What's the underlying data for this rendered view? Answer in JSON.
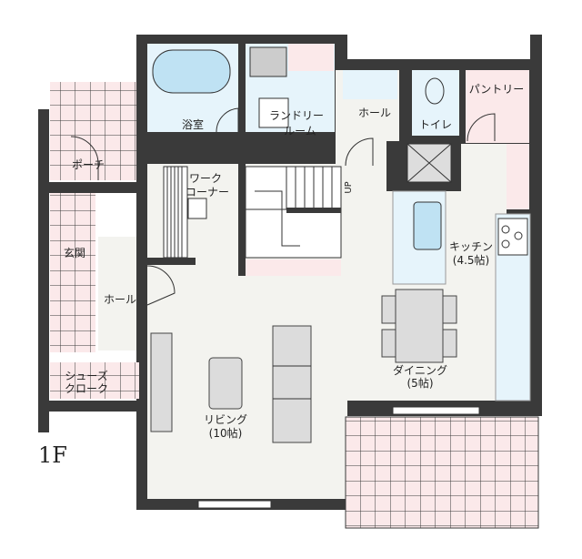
{
  "plan": {
    "floor_label": "1F",
    "rooms": {
      "bath": "浴室",
      "laundry_1": "ランドリー",
      "laundry_2": "ルーム",
      "hall_upper": "ホール",
      "toilet": "トイレ",
      "pantry": "パントリー",
      "porch": "ポーチ",
      "work_1": "ワーク",
      "work_2": "コーナー",
      "entrance": "玄関",
      "hall_left": "ホール",
      "kitchen_1": "キッチン",
      "kitchen_2": "(4.5帖)",
      "dining_1": "ダイニング",
      "dining_2": "(5帖)",
      "living_1": "リビング",
      "living_2": "(10帖)",
      "shoes_1": "シューズ",
      "shoes_2": "クローク",
      "stair_up": "UP"
    },
    "colors": {
      "wall": "#3a3a3a",
      "wet_area": "#e6f4fb",
      "tile": "#fbe9ea",
      "floor": "#f3f3ef"
    }
  }
}
